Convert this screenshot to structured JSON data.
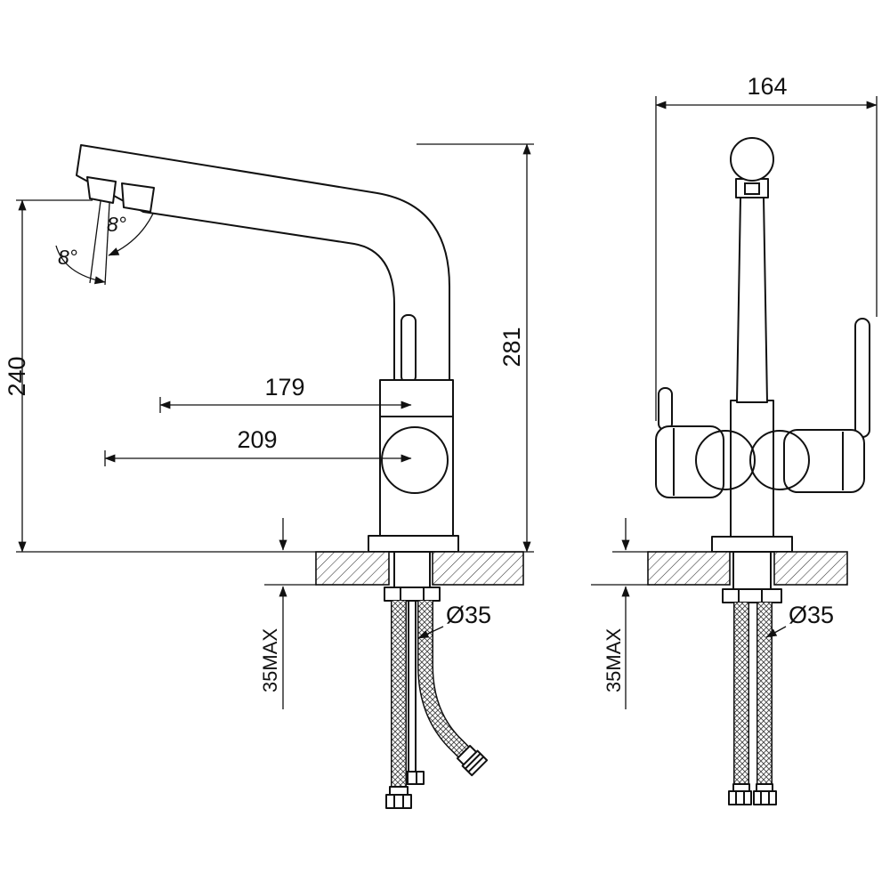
{
  "page": {
    "background": "#ffffff",
    "line_color": "#111111"
  },
  "side_view": {
    "spout_height": "240",
    "aerator_reach": "179",
    "spout_reach": "209",
    "total_height": "281",
    "spray_angle_upper": "8°",
    "spray_angle_lower": "8°",
    "deck_max": "35MAX",
    "hole_diameter": "Ø35"
  },
  "front_view": {
    "overall_width": "164",
    "deck_max": "35MAX",
    "hole_diameter": "Ø35"
  }
}
